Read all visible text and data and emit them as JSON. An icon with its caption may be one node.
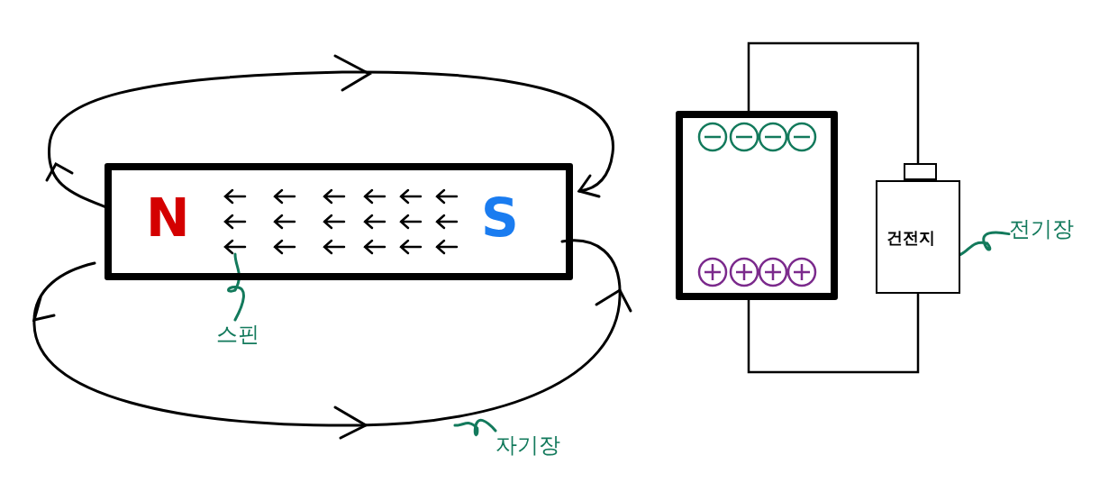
{
  "diagram": {
    "nodes": [
      {
        "text": [
          "N",
          "S"
        ]
      },
      {
        "text": [],
        "shape": "arrow",
        "in": 0
      },
      {
        "text": [
          "스핀"
        ]
      },
      {
        "text": [
          "자기장"
        ]
      },
      {
        "text": [],
        "shape": "box"
      },
      {
        "text": [
          "건전지"
        ]
      },
      {
        "text": [
          "전기장"
        ]
      }
    ],
    "edges": [
      {
        "from": 2,
        "to": 1,
        "arrow": "none"
      },
      {
        "from": 3,
        "to": null,
        "arrow": "none"
      },
      {
        "from": 4,
        "to": 5,
        "arrow": "none",
        "color": "#000000"
      },
      {
        "from": 4,
        "to": 5,
        "arrow": "none",
        "color": "#000000"
      },
      {
        "from": 6,
        "to": 5,
        "arrow": "none"
      }
    ]
  }
}
